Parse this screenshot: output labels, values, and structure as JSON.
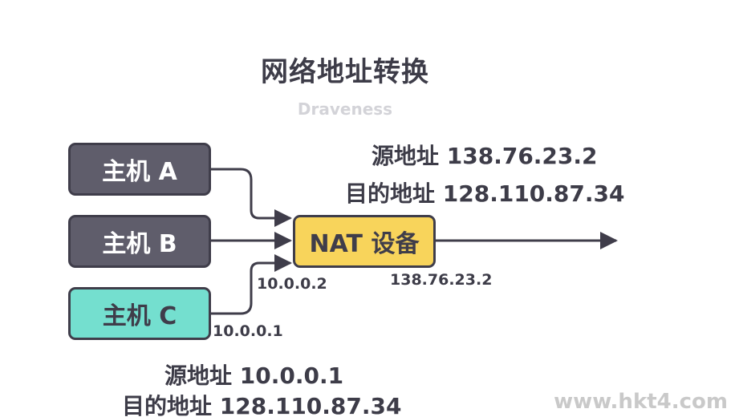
{
  "diagram": {
    "title": "网络地址转换",
    "subtitle": "Draveness",
    "hosts": [
      {
        "label": "主机 A"
      },
      {
        "label": "主机 B"
      },
      {
        "label": "主机 C"
      }
    ],
    "nat_device": {
      "label": "NAT 设备"
    },
    "outbound_src": "源地址 138.76.23.2",
    "outbound_dst": "目的地址 128.110.87.34",
    "nat_inner_ip": "10.0.0.2",
    "nat_outer_ip": "138.76.23.2",
    "host_c_ip": "10.0.0.1",
    "inbound_src": "源地址 10.0.0.1",
    "inbound_dst": "目的地址 128.110.87.34"
  },
  "watermark": "www.hkt4.com",
  "colors": {
    "host_dark": "#5f5d6b",
    "host_highlight": "#74dfcf",
    "nat_device": "#f8d45b",
    "stroke": "#3f3d4a"
  }
}
